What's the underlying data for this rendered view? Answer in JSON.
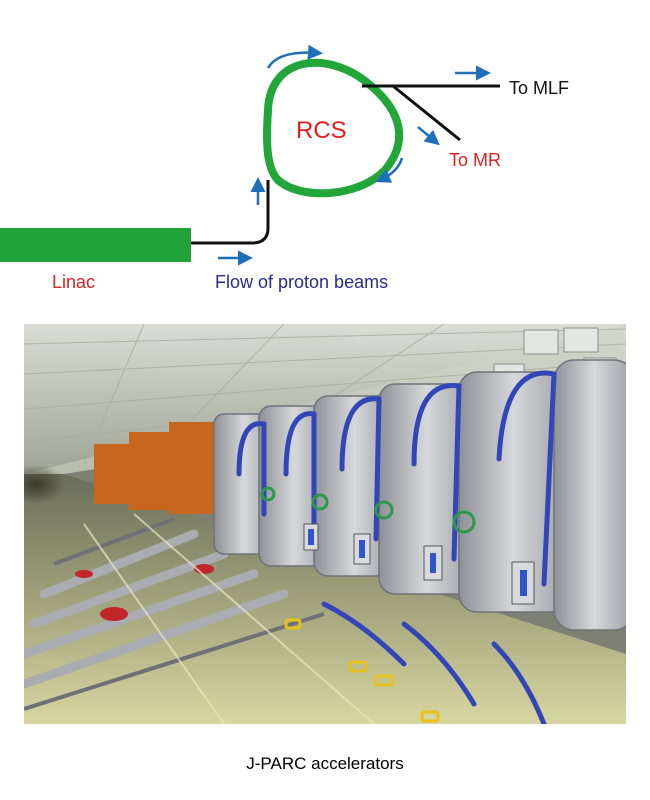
{
  "diagram": {
    "ring_label": "RCS",
    "mlf_label": "To MLF",
    "mr_label": "To MR",
    "linac_label": "Linac",
    "flow_label": "Flow of proton beams",
    "colors": {
      "ring": "#22a63a",
      "linac": "#1fa33a",
      "beam_line": "#111111",
      "arrow": "#1f6fb8",
      "red_text": "#e0201e",
      "blue_text": "#2b2a8f",
      "black_text": "#111111"
    }
  },
  "photo": {
    "colors": {
      "tunnel_wall": "#bfc4b8",
      "cavity_steel": "#b9bcc0",
      "hose": "#3346b8",
      "orange_magnet": "#c8651f",
      "floor": "#d8d6a0",
      "valve": "#2a9a4a"
    }
  },
  "caption": "J-PARC accelerators"
}
